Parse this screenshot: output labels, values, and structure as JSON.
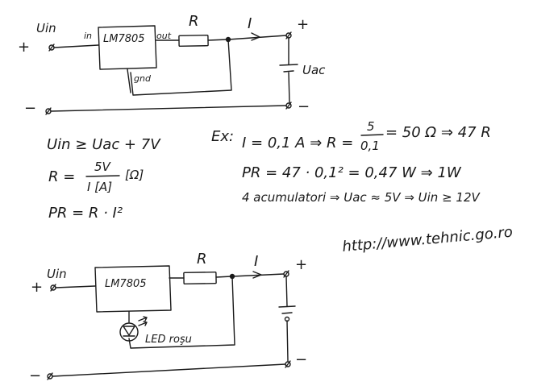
{
  "circuit1": {
    "input_label": "Uin",
    "plus_left": "+",
    "minus_left": "−",
    "pin_in": "in",
    "pin_out": "out",
    "pin_gnd": "gnd",
    "regulator": "LM7805",
    "resistor": "R",
    "current": "I",
    "plus_right": "+",
    "minus_right": "−",
    "battery_label": "Uac"
  },
  "formulas_left": {
    "f1": "Uin ≥ Uac + 7V",
    "f2_left": "R =",
    "f2_num": "5V",
    "f2_den": "I [A]",
    "f2_unit": "[Ω]",
    "f3": "PR = R · I²"
  },
  "example": {
    "ex_label": "Ex:",
    "line1_left": "I = 0,1 A ⇒ R =",
    "line1_num": "5",
    "line1_den": "0,1",
    "line1_right": "= 50 Ω ⇒ 47 R",
    "line2": "PR = 47 · 0,1² = 0,47 W ⇒ 1W",
    "line3": "4 acumulatori ⇒ Uac ≈ 5V ⇒ Uin ≥ 12V"
  },
  "url": "http://www.tehnic.go.ro",
  "circuit2": {
    "input_label": "Uin",
    "plus_left": "+",
    "minus_left": "−",
    "regulator": "LM7805",
    "resistor": "R",
    "current": "I",
    "plus_right": "+",
    "minus_right": "−",
    "led_label": "LED roşu"
  }
}
